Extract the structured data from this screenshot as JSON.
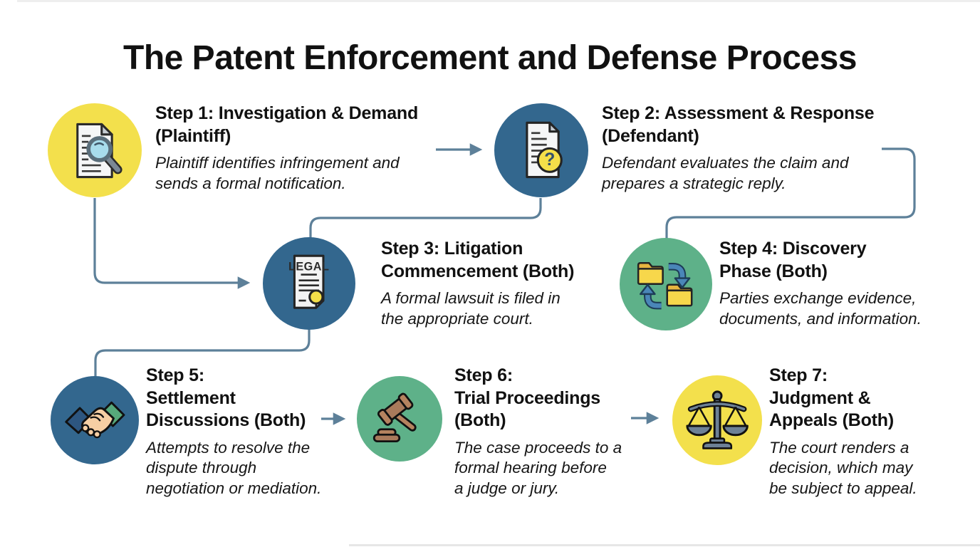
{
  "page_title": "The Patent Enforcement and Defense Process",
  "colors": {
    "background": "#ffffff",
    "title_text": "#111111",
    "body_text": "#161616",
    "connector": "#5d8099",
    "circle_yellow": "#f3e04c",
    "circle_blue": "#33678e",
    "circle_green": "#5eb189"
  },
  "steps": [
    {
      "number": 1,
      "title": [
        "Step 1: Investigation & Demand",
        "(Plaintiff)"
      ],
      "description": [
        "Plaintiff identifies infringement and",
        "sends a formal notification."
      ],
      "icon": "document-magnifier-icon",
      "circle_color": "#f3e04c"
    },
    {
      "number": 2,
      "title": [
        "Step 2: Assessment & Response",
        "(Defendant)"
      ],
      "description": [
        "Defendant evaluates the claim and",
        "prepares a strategic reply."
      ],
      "icon": "document-question-icon",
      "circle_color": "#33678e"
    },
    {
      "number": 3,
      "title": [
        "Step 3: Litigation",
        "Commencement (Both)"
      ],
      "description": [
        "A formal lawsuit is filed in",
        "the appropriate court."
      ],
      "icon": "legal-document-icon",
      "circle_color": "#33678e"
    },
    {
      "number": 4,
      "title": [
        "Step 4: Discovery",
        "Phase (Both)"
      ],
      "description": [
        "Parties exchange evidence,",
        "documents, and information."
      ],
      "icon": "folder-exchange-icon",
      "circle_color": "#5eb189"
    },
    {
      "number": 5,
      "title": [
        "Step 5:",
        "Settlement",
        "Discussions (Both)"
      ],
      "description": [
        "Attempts to resolve the",
        "dispute through",
        "negotiation or mediation."
      ],
      "icon": "handshake-icon",
      "circle_color": "#33678e"
    },
    {
      "number": 6,
      "title": [
        "Step 6:",
        "Trial Proceedings",
        "(Both)"
      ],
      "description": [
        "The case proceeds to a",
        "formal hearing before",
        "a judge or jury."
      ],
      "icon": "gavel-icon",
      "circle_color": "#5eb189"
    },
    {
      "number": 7,
      "title": [
        "Step 7:",
        "Judgment &",
        "Appeals (Both)"
      ],
      "description": [
        "The court renders a",
        "decision, which may",
        "be subject to appeal."
      ],
      "icon": "scales-icon",
      "circle_color": "#f3e04c"
    }
  ],
  "connectors": [
    {
      "from": "step-1",
      "to": "step-2",
      "type": "straight-arrow"
    },
    {
      "from": "step-1",
      "to": "step-3",
      "type": "elbow-arrow"
    },
    {
      "from": "step-2",
      "to": "step-3",
      "type": "elbow-line"
    },
    {
      "from": "step-2-row-end",
      "to": "step-4",
      "type": "elbow-line"
    },
    {
      "from": "step-3",
      "to": "step-5",
      "type": "elbow-line"
    },
    {
      "from": "step-5",
      "to": "step-6",
      "type": "straight-arrow"
    },
    {
      "from": "step-6",
      "to": "step-7",
      "type": "straight-arrow"
    }
  ]
}
